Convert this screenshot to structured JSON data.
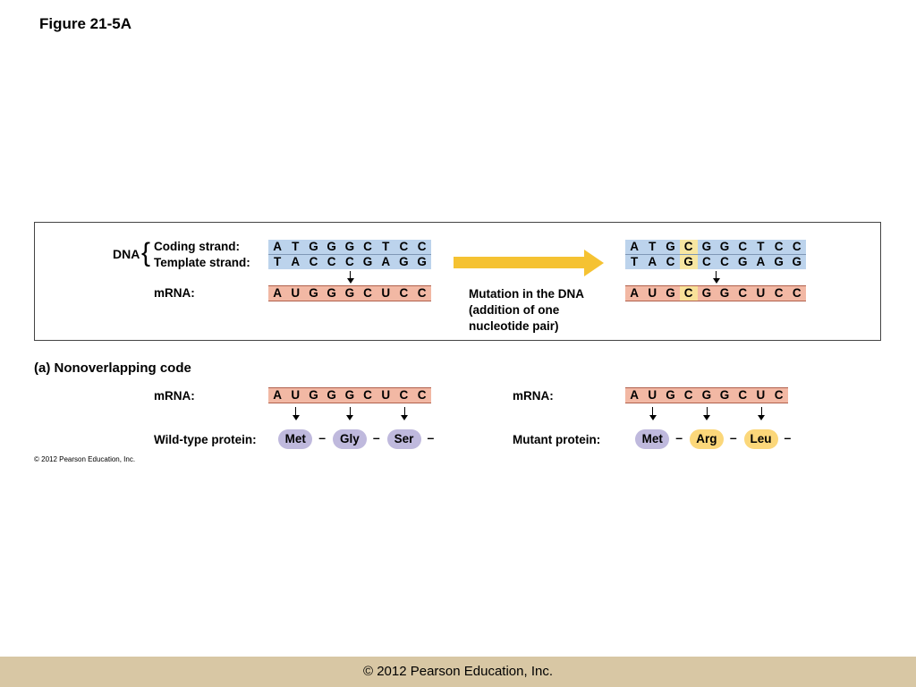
{
  "figure_title": "Figure 21-5A",
  "panel": {
    "dna_label": "DNA",
    "coding_label": "Coding strand:",
    "template_label": "Template strand:",
    "mrna_label": "mRNA:",
    "wt_coding": [
      "A",
      "T",
      "G",
      "G",
      "G",
      "C",
      "T",
      "C",
      "C"
    ],
    "wt_template": [
      "T",
      "A",
      "C",
      "C",
      "C",
      "G",
      "A",
      "G",
      "G"
    ],
    "wt_mrna": [
      "A",
      "U",
      "G",
      "G",
      "G",
      "C",
      "U",
      "C",
      "C"
    ],
    "mut_coding": [
      "A",
      "T",
      "G",
      "C",
      "G",
      "G",
      "C",
      "T",
      "C",
      "C"
    ],
    "mut_template": [
      "T",
      "A",
      "C",
      "G",
      "C",
      "C",
      "G",
      "A",
      "G",
      "G"
    ],
    "mut_mrna": [
      "A",
      "U",
      "G",
      "C",
      "G",
      "G",
      "C",
      "U",
      "C",
      "C"
    ],
    "mutation_note": [
      "Mutation in the DNA",
      "(addition of one",
      "nucleotide pair)"
    ],
    "highlight_color": "#f7e6a1",
    "arrow_color": "#f5c232"
  },
  "section_a": {
    "title": "(a) Nonoverlapping code",
    "wt_mrna_label": "mRNA:",
    "wt_mrna": [
      "A",
      "U",
      "G",
      "G",
      "G",
      "C",
      "U",
      "C",
      "C"
    ],
    "wt_protein_label": "Wild-type protein:",
    "wt_protein": [
      "Met",
      "Gly",
      "Ser"
    ],
    "mut_mrna_label": "mRNA:",
    "mut_mrna": [
      "A",
      "U",
      "G",
      "C",
      "G",
      "G",
      "C",
      "U",
      "C"
    ],
    "mut_protein_label": "Mutant protein:",
    "mut_protein": [
      "Met",
      "Arg",
      "Leu"
    ],
    "dash": "–"
  },
  "small_copyright": "© 2012 Pearson Education, Inc.",
  "footer": "© 2012 Pearson Education, Inc."
}
